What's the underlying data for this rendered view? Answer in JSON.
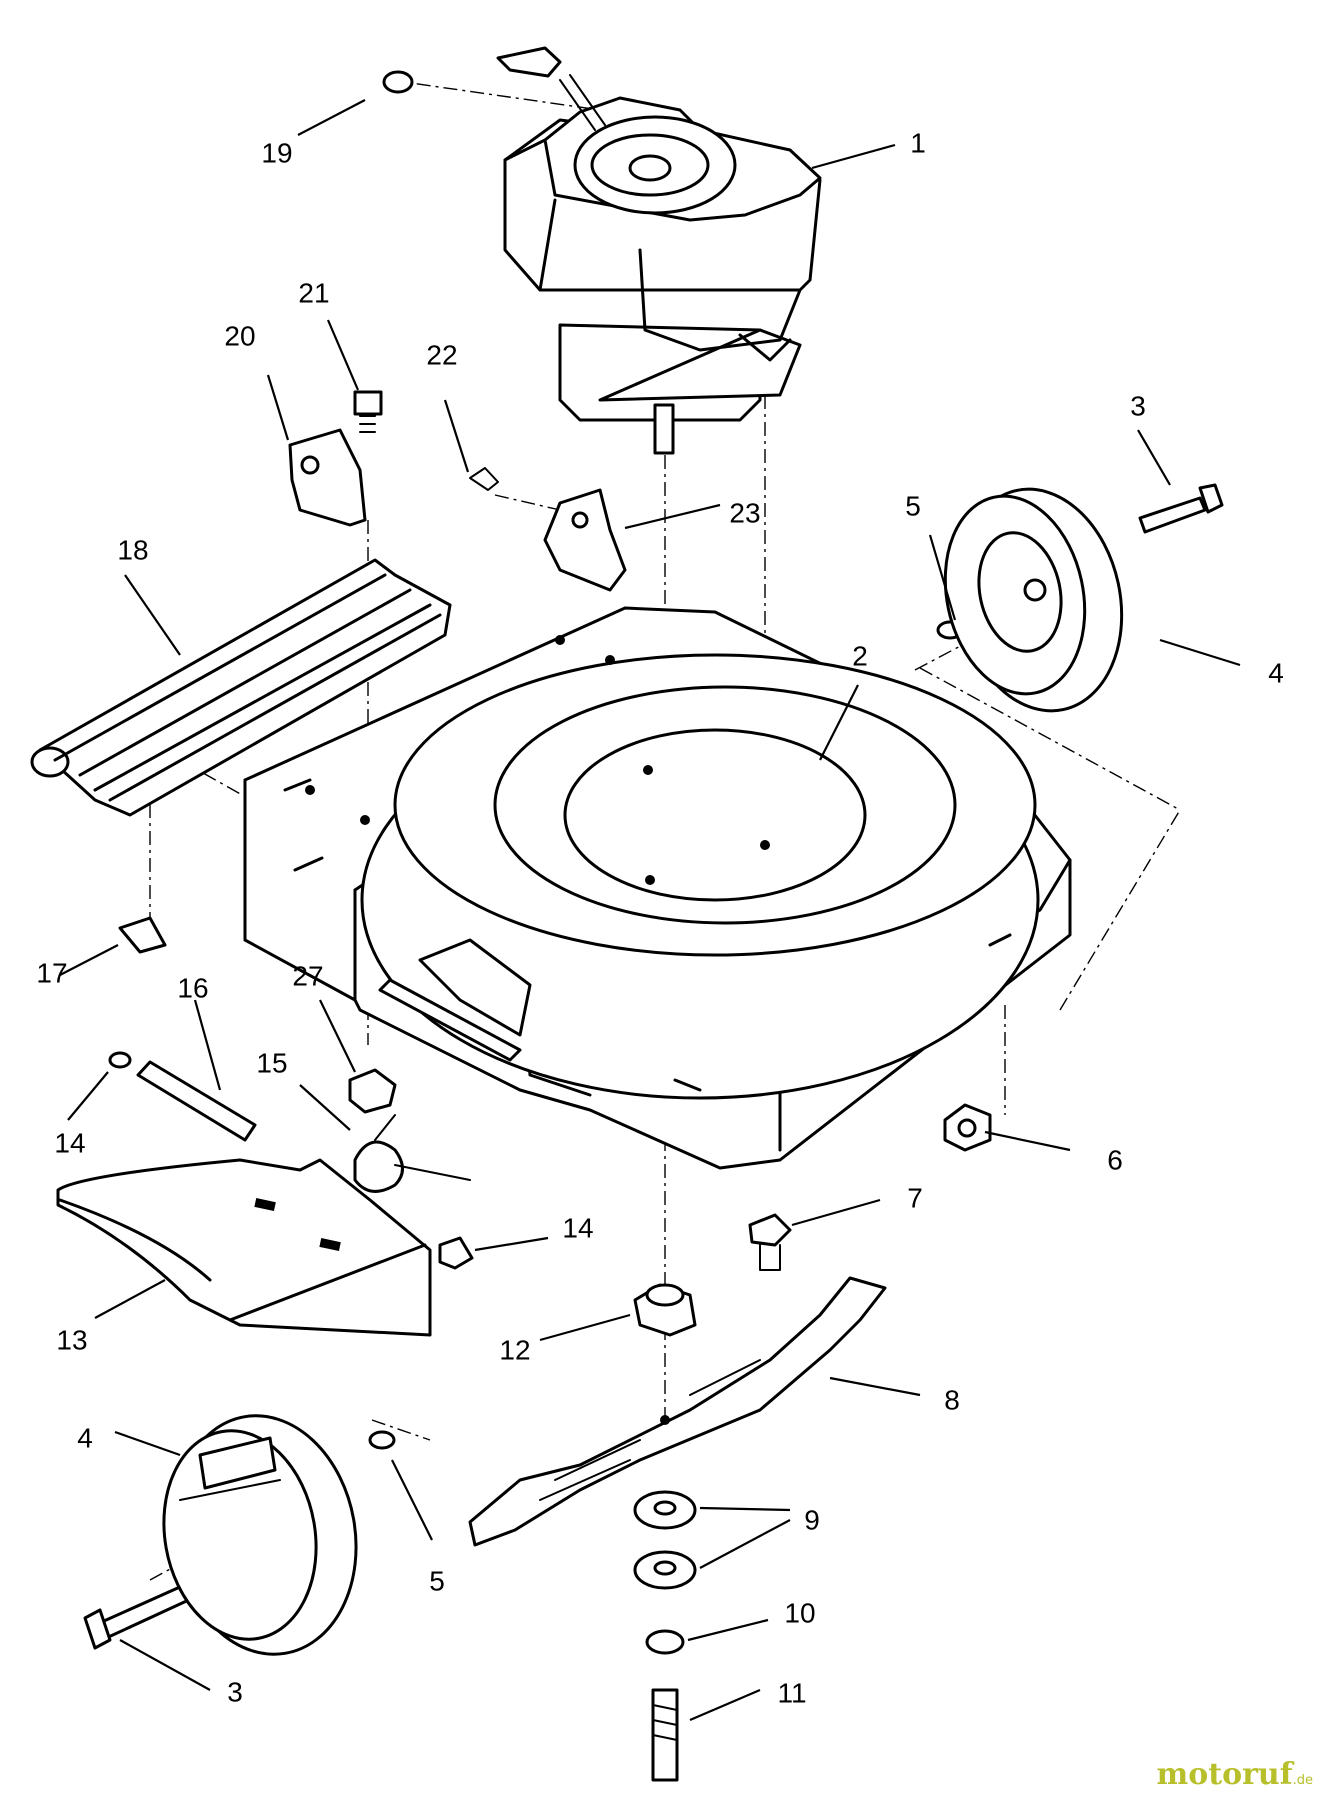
{
  "callouts": {
    "c1": "1",
    "c2": "2",
    "c3a": "3",
    "c3b": "3",
    "c4a": "4",
    "c4b": "4",
    "c5a": "5",
    "c5b": "5",
    "c6": "6",
    "c7": "7",
    "c8": "8",
    "c9": "9",
    "c10": "10",
    "c11": "11",
    "c12": "12",
    "c13": "13",
    "c14a": "14",
    "c14b": "14",
    "c15": "15",
    "c16": "16",
    "c17": "17",
    "c18": "18",
    "c19": "19",
    "c20": "20",
    "c21": "21",
    "c22": "22",
    "c23": "23",
    "c27": "27"
  },
  "watermark": {
    "main": "motoruf",
    "tld": ".de"
  }
}
